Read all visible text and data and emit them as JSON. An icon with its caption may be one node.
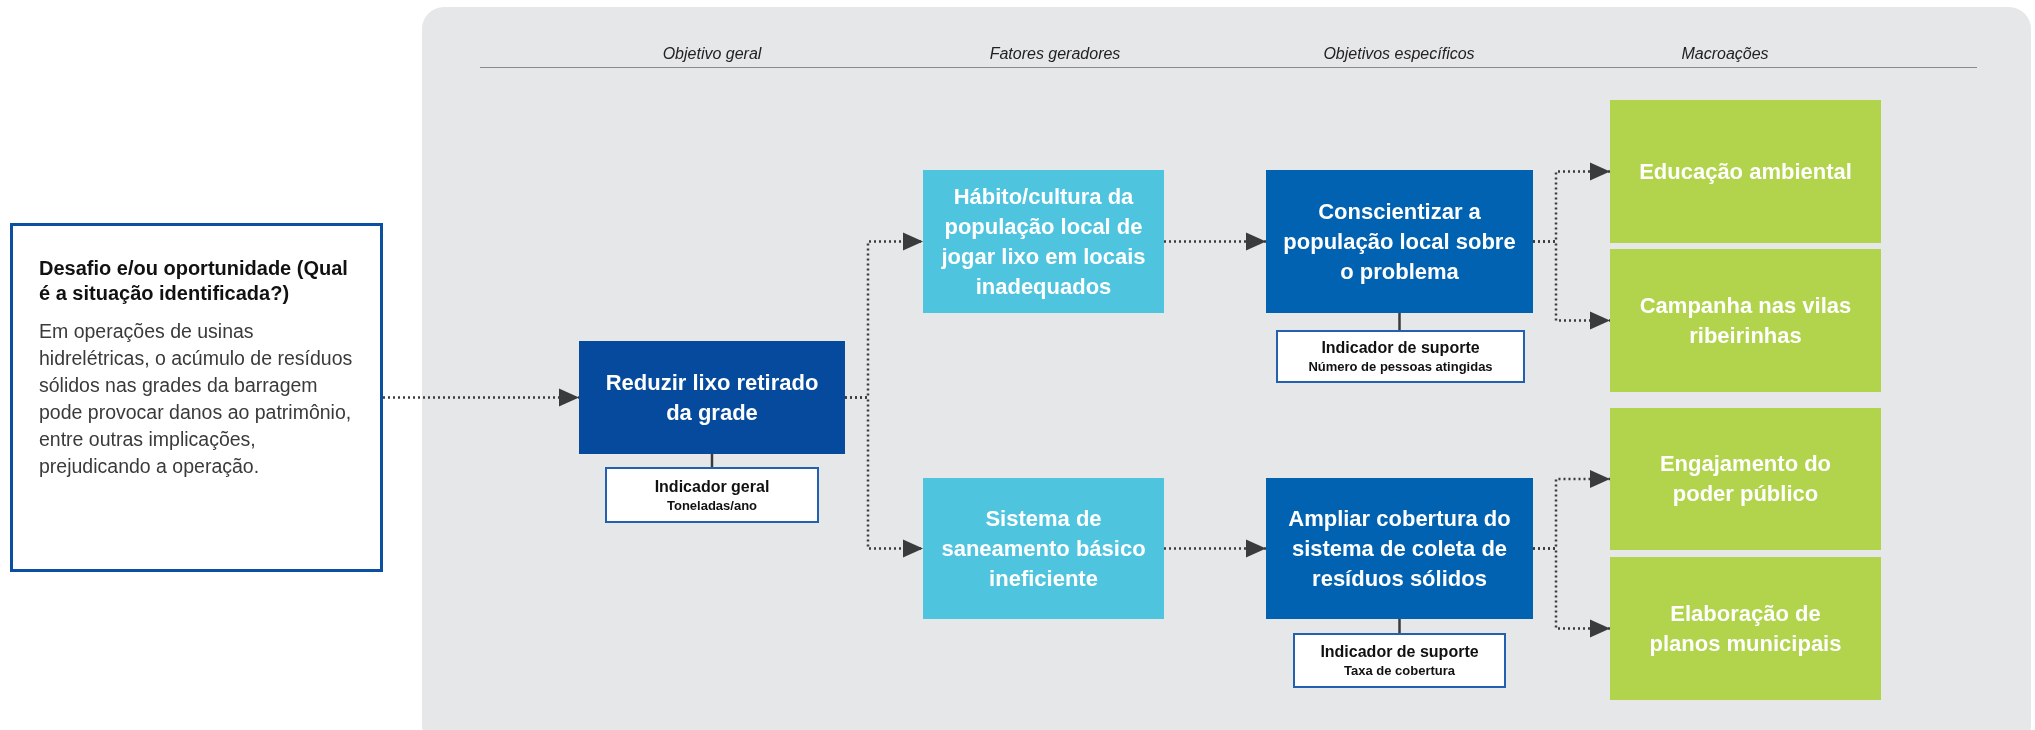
{
  "diagram": {
    "nodes": [
      {
        "text": [
          "Desafio e/ou oportunidade (Qual é a situação identificada?)",
          "Em operações de usinas hidrelétricas, o acúmulo de resíduos sólidos nas grades da barragem pode provocar danos ao patrimônio, entre outras implicações, prejudicando a operação."
        ]
      },
      {
        "text": [
          "Reduzir lixo retirado da grade"
        ]
      },
      {
        "text": [
          "Indicador geral",
          "Toneladas/ano"
        ]
      },
      {
        "text": [
          "Hábito/cultura da população local de jogar lixo em locais inadequados"
        ]
      },
      {
        "text": [
          "Sistema de saneamento básico ineficiente"
        ]
      },
      {
        "text": [
          "Conscientizar a população local sobre o problema"
        ]
      },
      {
        "text": [
          "Indicador de suporte",
          "Número de pessoas atingidas"
        ]
      },
      {
        "text": [
          "Ampliar cobertura do sistema de coleta de resíduos sólidos"
        ]
      },
      {
        "text": [
          "Indicador de suporte",
          "Taxa de cobertura"
        ]
      },
      {
        "text": [
          "Educação ambiental"
        ]
      },
      {
        "text": [
          "Campanha nas vilas ribeirinhas"
        ]
      },
      {
        "text": [
          "Engajamento do poder público"
        ]
      },
      {
        "text": [
          "Elaboração de planos municipais"
        ]
      }
    ],
    "edges": [
      {
        "from": 0,
        "to": 1,
        "arrow": "to",
        "style": "dashed"
      },
      {
        "from": 1,
        "to": 2,
        "arrow": "none"
      },
      {
        "from": 1,
        "to": 3,
        "arrow": "to",
        "style": "dashed"
      },
      {
        "from": 1,
        "to": 4,
        "arrow": "to",
        "style": "dashed"
      },
      {
        "from": 3,
        "to": 5,
        "arrow": "to",
        "style": "dashed"
      },
      {
        "from": 5,
        "to": 6,
        "arrow": "none"
      },
      {
        "from": 4,
        "to": 7,
        "arrow": "to",
        "style": "dashed"
      },
      {
        "from": 7,
        "to": 8,
        "arrow": "none"
      },
      {
        "from": 5,
        "to": 9,
        "arrow": "to",
        "style": "dashed"
      },
      {
        "from": 5,
        "to": 10,
        "arrow": "to",
        "style": "dashed"
      },
      {
        "from": 7,
        "to": 11,
        "arrow": "to",
        "style": "dashed"
      },
      {
        "from": 7,
        "to": 12,
        "arrow": "to",
        "style": "dashed"
      }
    ],
    "labels": [
      "Objetivo geral",
      "Fatores geradores",
      "Objetivos específicos",
      "Macroações"
    ]
  }
}
